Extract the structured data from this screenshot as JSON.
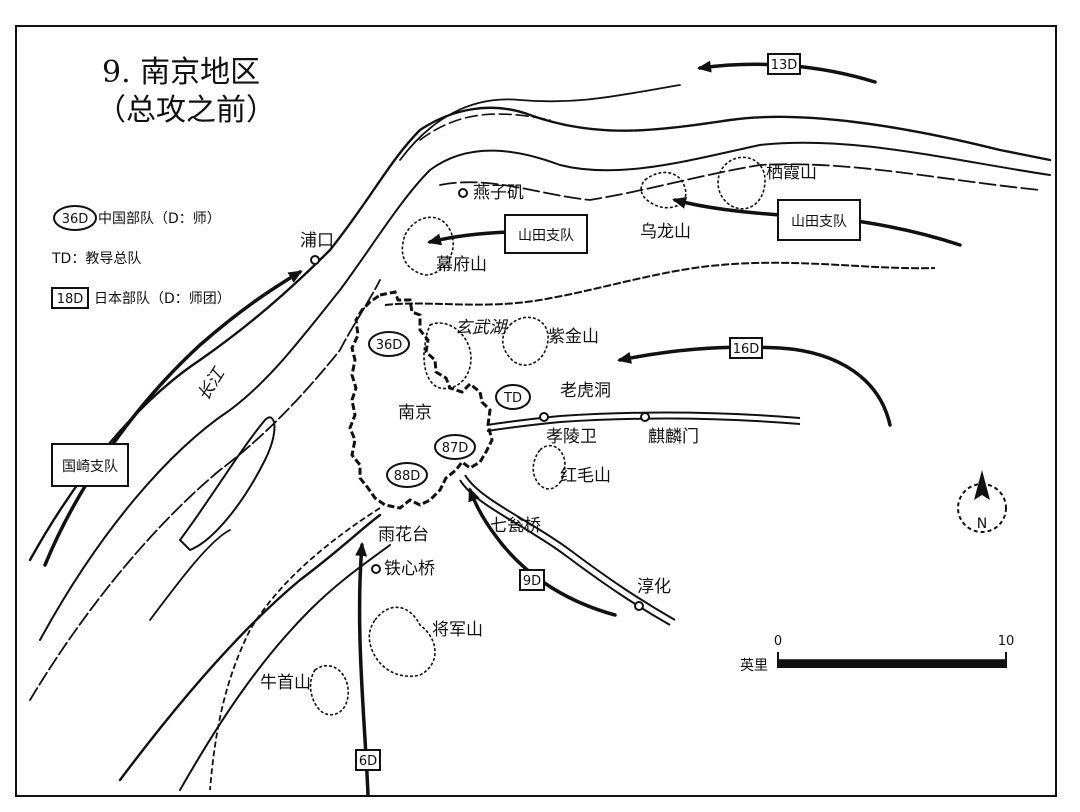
{
  "title": {
    "line1": "9. 南京地区",
    "line2": "（总攻之前）"
  },
  "legend": {
    "chinese_unit_symbol": "36D",
    "chinese_unit_text": "中国部队（D：师）",
    "td_text": "TD：教导总队",
    "japanese_unit_symbol": "18D",
    "japanese_unit_text": "日本部队（D：师团）"
  },
  "places": {
    "pukou": "浦口",
    "yanziji": "燕子矶",
    "mufushan": "幕府山",
    "wulongshan": "乌龙山",
    "qixiashan": "栖霞山",
    "xuanwuhu": "玄武湖",
    "zijinshan": "紫金山",
    "laohudong": "老虎洞",
    "nanjing": "南京",
    "xiaolingwei": "孝陵卫",
    "qilinmen": "麒麟门",
    "hongmaoshan": "红毛山",
    "qiwengqiao": "七瓮桥",
    "chunhua": "淳化",
    "yuhuatai": "雨花台",
    "tiexinqiao": "铁心桥",
    "jiangjunshan": "将军山",
    "niushoushan": "牛首山",
    "changjiang": "长江"
  },
  "chinese_units": {
    "d36": "36D",
    "td": "TD",
    "d87": "87D",
    "d88": "88D"
  },
  "japanese_units": {
    "d13": "13D",
    "d16": "16D",
    "d9": "9D",
    "d6": "6D",
    "yamada1": "山田支队",
    "yamada2": "山田支队",
    "kunisaki": "国崎支队"
  },
  "compass": {
    "north": "N"
  },
  "scale": {
    "unit": "英里",
    "min": "0",
    "max": "10"
  }
}
